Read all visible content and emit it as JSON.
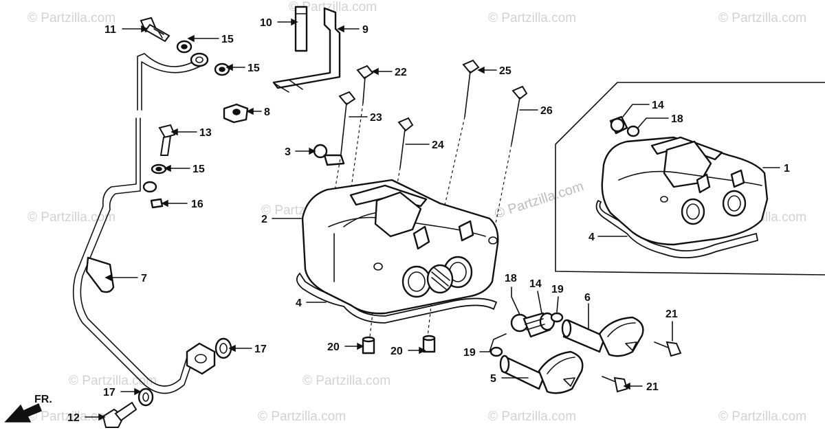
{
  "watermarks": [
    "© Partzilla.com",
    "© Partzilla.com",
    "© Partzilla.com",
    "© Partzilla.com",
    "© Partzilla.com",
    "© Partzilla.com",
    "© Partzilla.com",
    "© Partzilla.com",
    "© Partzilla.com",
    "© Partzilla.com",
    "© Partzilla.com",
    "© Partzilla.com",
    "© Partzilla.com"
  ],
  "center_watermark": "© Partzilla.com",
  "fr_label": "FR.",
  "callouts": {
    "c11": "11",
    "c15a": "15",
    "c15b": "15",
    "c13": "13",
    "c15c": "15",
    "c16": "16",
    "c7": "7",
    "c17a": "17",
    "c17b": "17",
    "c12": "12",
    "c10": "10",
    "c9": "9",
    "c8": "8",
    "c3": "3",
    "c2": "2",
    "c4a": "4",
    "c22": "22",
    "c23": "23",
    "c24": "24",
    "c25": "25",
    "c26": "26",
    "c20a": "20",
    "c20b": "20",
    "c18a": "18",
    "c14a": "14",
    "c19a": "19",
    "c19b": "19",
    "c6": "6",
    "c5": "5",
    "c21a": "21",
    "c21b": "21",
    "c14b": "14",
    "c18b": "18",
    "c1": "1",
    "c4b": "4"
  }
}
